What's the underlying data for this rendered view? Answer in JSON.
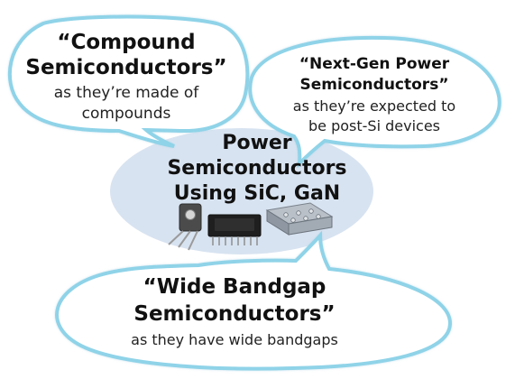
{
  "bubbles": {
    "top_left": {
      "title_lines": [
        "“Compound",
        "Semiconductors”"
      ],
      "subtitle_lines": [
        "as they’re made of",
        "compounds"
      ]
    },
    "top_right": {
      "title_lines": [
        "“Next-Gen Power",
        "Semiconductors”"
      ],
      "subtitle_lines": [
        "as they’re expected to",
        "be post-Si devices"
      ]
    },
    "center": {
      "title_lines": [
        "Power",
        "Semiconductors",
        "Using SiC, GaN"
      ]
    },
    "bottom": {
      "title_lines": [
        "“Wide Bandgap",
        "Semiconductors”"
      ],
      "subtitle_lines": [
        "as they have wide bandgaps"
      ]
    }
  },
  "colors": {
    "bubble_border": "#8fd3e8",
    "bubble_fill": "#ffffff",
    "center_fill": "#d8e3f1",
    "text": "#1f1f1f"
  }
}
